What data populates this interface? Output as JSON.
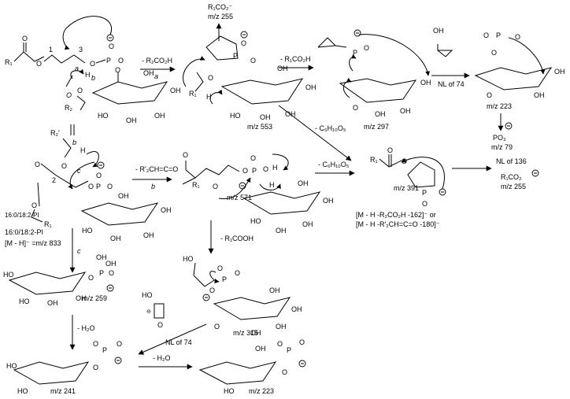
{
  "labels": {
    "r1co2_top": "R₁CO₂⁻",
    "mz255_top": "m/z 255",
    "r1": "R₁",
    "r2": "R₂",
    "num1": "1",
    "num2": "2",
    "num3": "3",
    "a": "a",
    "b": "b",
    "c": "c",
    "loss_r2co2h": "- R₂CO₂H",
    "loss_r1co2h": "- R₁CO₂H",
    "nl74_top": "NL of 74",
    "mz553": "m/z 553",
    "mz297": "m/z 297",
    "mz223_top": "m/z 223",
    "po3": "PO₃",
    "mz79": "m/z 79",
    "loss_c6h10o5_1": "- C₆H₁₀O₅",
    "r2prime": "R₂'",
    "loss_ketene": "- R'₂CH=C=O",
    "mz571": "m/z 571",
    "loss_c6h10o5_2": "- C₆H₁₀O₅",
    "mz391": "m/z 391",
    "nl136": "NL of 136",
    "r1co2_right": "R₁CO₂",
    "mz255_right": "m/z 255",
    "ion162": "[M - H -R₂CO₂H -162]⁻ or",
    "ion180": "[M - H -R'₂CH=C=O -180]⁻",
    "pi_name": "16:0/18:2-PI",
    "mh": "[M - H]⁻ =m/z  833",
    "loss_r1cooh": "- R₁COOH",
    "mz259": "m/z 259",
    "mz315": "m/z 315",
    "nl74_bottom": "NL of 74",
    "loss_h2o_1": "- H₂O",
    "loss_h2o_2": "- H₂O",
    "mz241": "m/z 241",
    "mz223_bottom": "m/z 223",
    "oh": "OH",
    "ho": "HO",
    "o": "O",
    "p": "P",
    "h": "H",
    "minus": "⊖"
  }
}
